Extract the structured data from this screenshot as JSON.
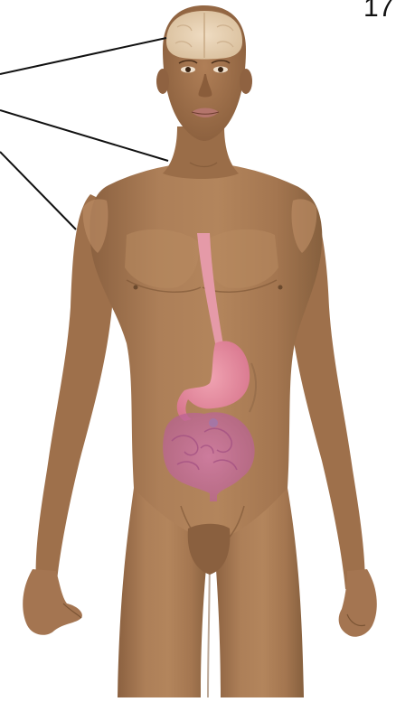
{
  "diagram": {
    "corner_label": "17",
    "colors": {
      "skin_base": "#a67852",
      "skin_light": "#c0946a",
      "skin_dark": "#7a5434",
      "skin_shadow": "#8e6442",
      "brain": "#e8d3b8",
      "esophagus": "#e59aa8",
      "stomach": "#e48c9f",
      "intestine": "#c86a9c",
      "leader_line": "#111111",
      "background": "#ffffff"
    },
    "organs": [
      "brain",
      "esophagus",
      "stomach",
      "intestines"
    ],
    "leader_line_count": 3
  }
}
